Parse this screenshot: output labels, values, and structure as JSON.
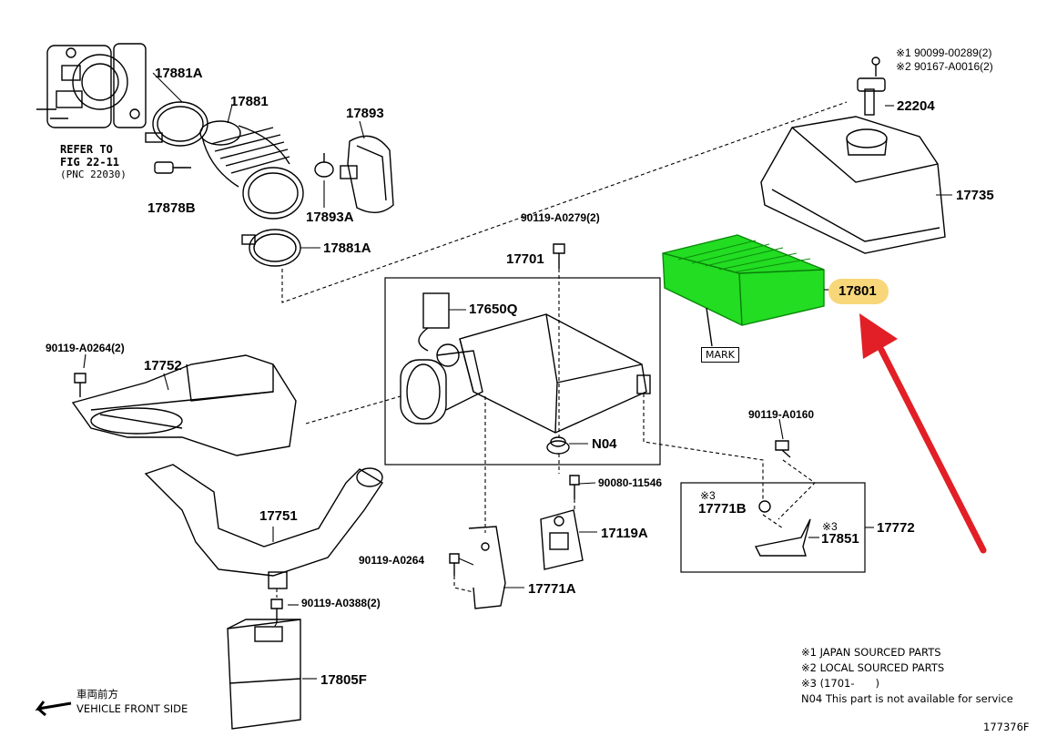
{
  "labels": {
    "p17881A_top": "17881A",
    "p17881": "17881",
    "p17893": "17893",
    "p17878B": "17878B",
    "p17893A": "17893A",
    "p17881A_bottom": "17881A",
    "refer_line1": "REFER TO",
    "refer_line2": "FIG 22-11",
    "refer_line3": "(PNC 22030)",
    "b90119_A0279": "90119-A0279(2)",
    "p17701": "17701",
    "p17650Q": "17650Q",
    "pN04": "N04",
    "b90080_11546": "90080-11546",
    "p17119A": "17119A",
    "b90119_A0264_right": "90119-A0264",
    "p17771A": "17771A",
    "b90119_A0264_left": "90119-A0264(2)",
    "p17752": "17752",
    "p17751": "17751",
    "b90119_A0388": "90119-A0388(2)",
    "p17805F": "17805F",
    "p17801": "17801",
    "mark": "MARK",
    "p22204": "22204",
    "p17735": "17735",
    "n1_part": "※1 90099-00289(2)",
    "n2_part": "※2 90167-A0016(2)",
    "b90119_A0160": "90119-A0160",
    "star3_a": "※3",
    "p17771B": "17771B",
    "star3_b": "※3",
    "p17851": "17851",
    "p17772": "17772",
    "front_jp": "車両前方",
    "front_en": "VEHICLE FRONT SIDE",
    "fig_number": "177376F"
  },
  "notes": [
    "※1 JAPAN SOURCED PARTS",
    "※2 LOCAL SOURCED PARTS",
    "※3 (1701-　　)",
    "N04 This part is not available for service"
  ],
  "colors": {
    "filter_highlight": "#22dd22",
    "label_highlight": "#f8d77a",
    "arrow": "#e21f26"
  }
}
